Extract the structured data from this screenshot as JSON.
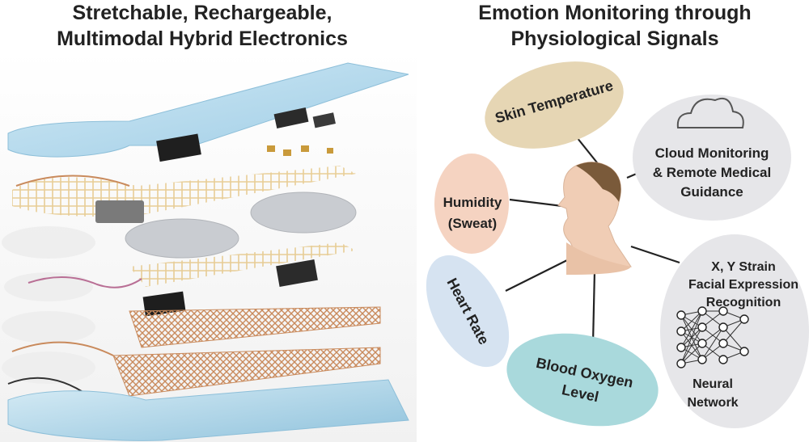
{
  "left_panel": {
    "title_line1": "Stretchable, Rechargeable,",
    "title_line2": "Multimodal Hybrid Electronics"
  },
  "right_panel": {
    "title_line1": "Emotion Monitoring through",
    "title_line2": "Physiological Signals",
    "nodes": {
      "skin_temperature": "Skin Temperature",
      "cloud_line1": "Cloud Monitoring",
      "cloud_line2": "& Remote Medical",
      "cloud_line3": "Guidance",
      "humidity_line1": "Humidity",
      "humidity_line2": "(Sweat)",
      "strain_line1": "X, Y Strain",
      "strain_line2": "Facial Expression",
      "strain_line3": "Recognition",
      "neural_line1": "Neural",
      "neural_line2": "Network",
      "heart_rate": "Heart Rate",
      "blood_line1": "Blood Oxygen",
      "blood_line2": "Level"
    },
    "colors": {
      "skin_temperature": "#e6d6b4",
      "cloud": "#e6e6e9",
      "humidity": "#f5d3c1",
      "strain": "#e6e6e9",
      "heart_rate": "#d6e3f1",
      "blood_oxygen": "#a9d9dc"
    }
  }
}
